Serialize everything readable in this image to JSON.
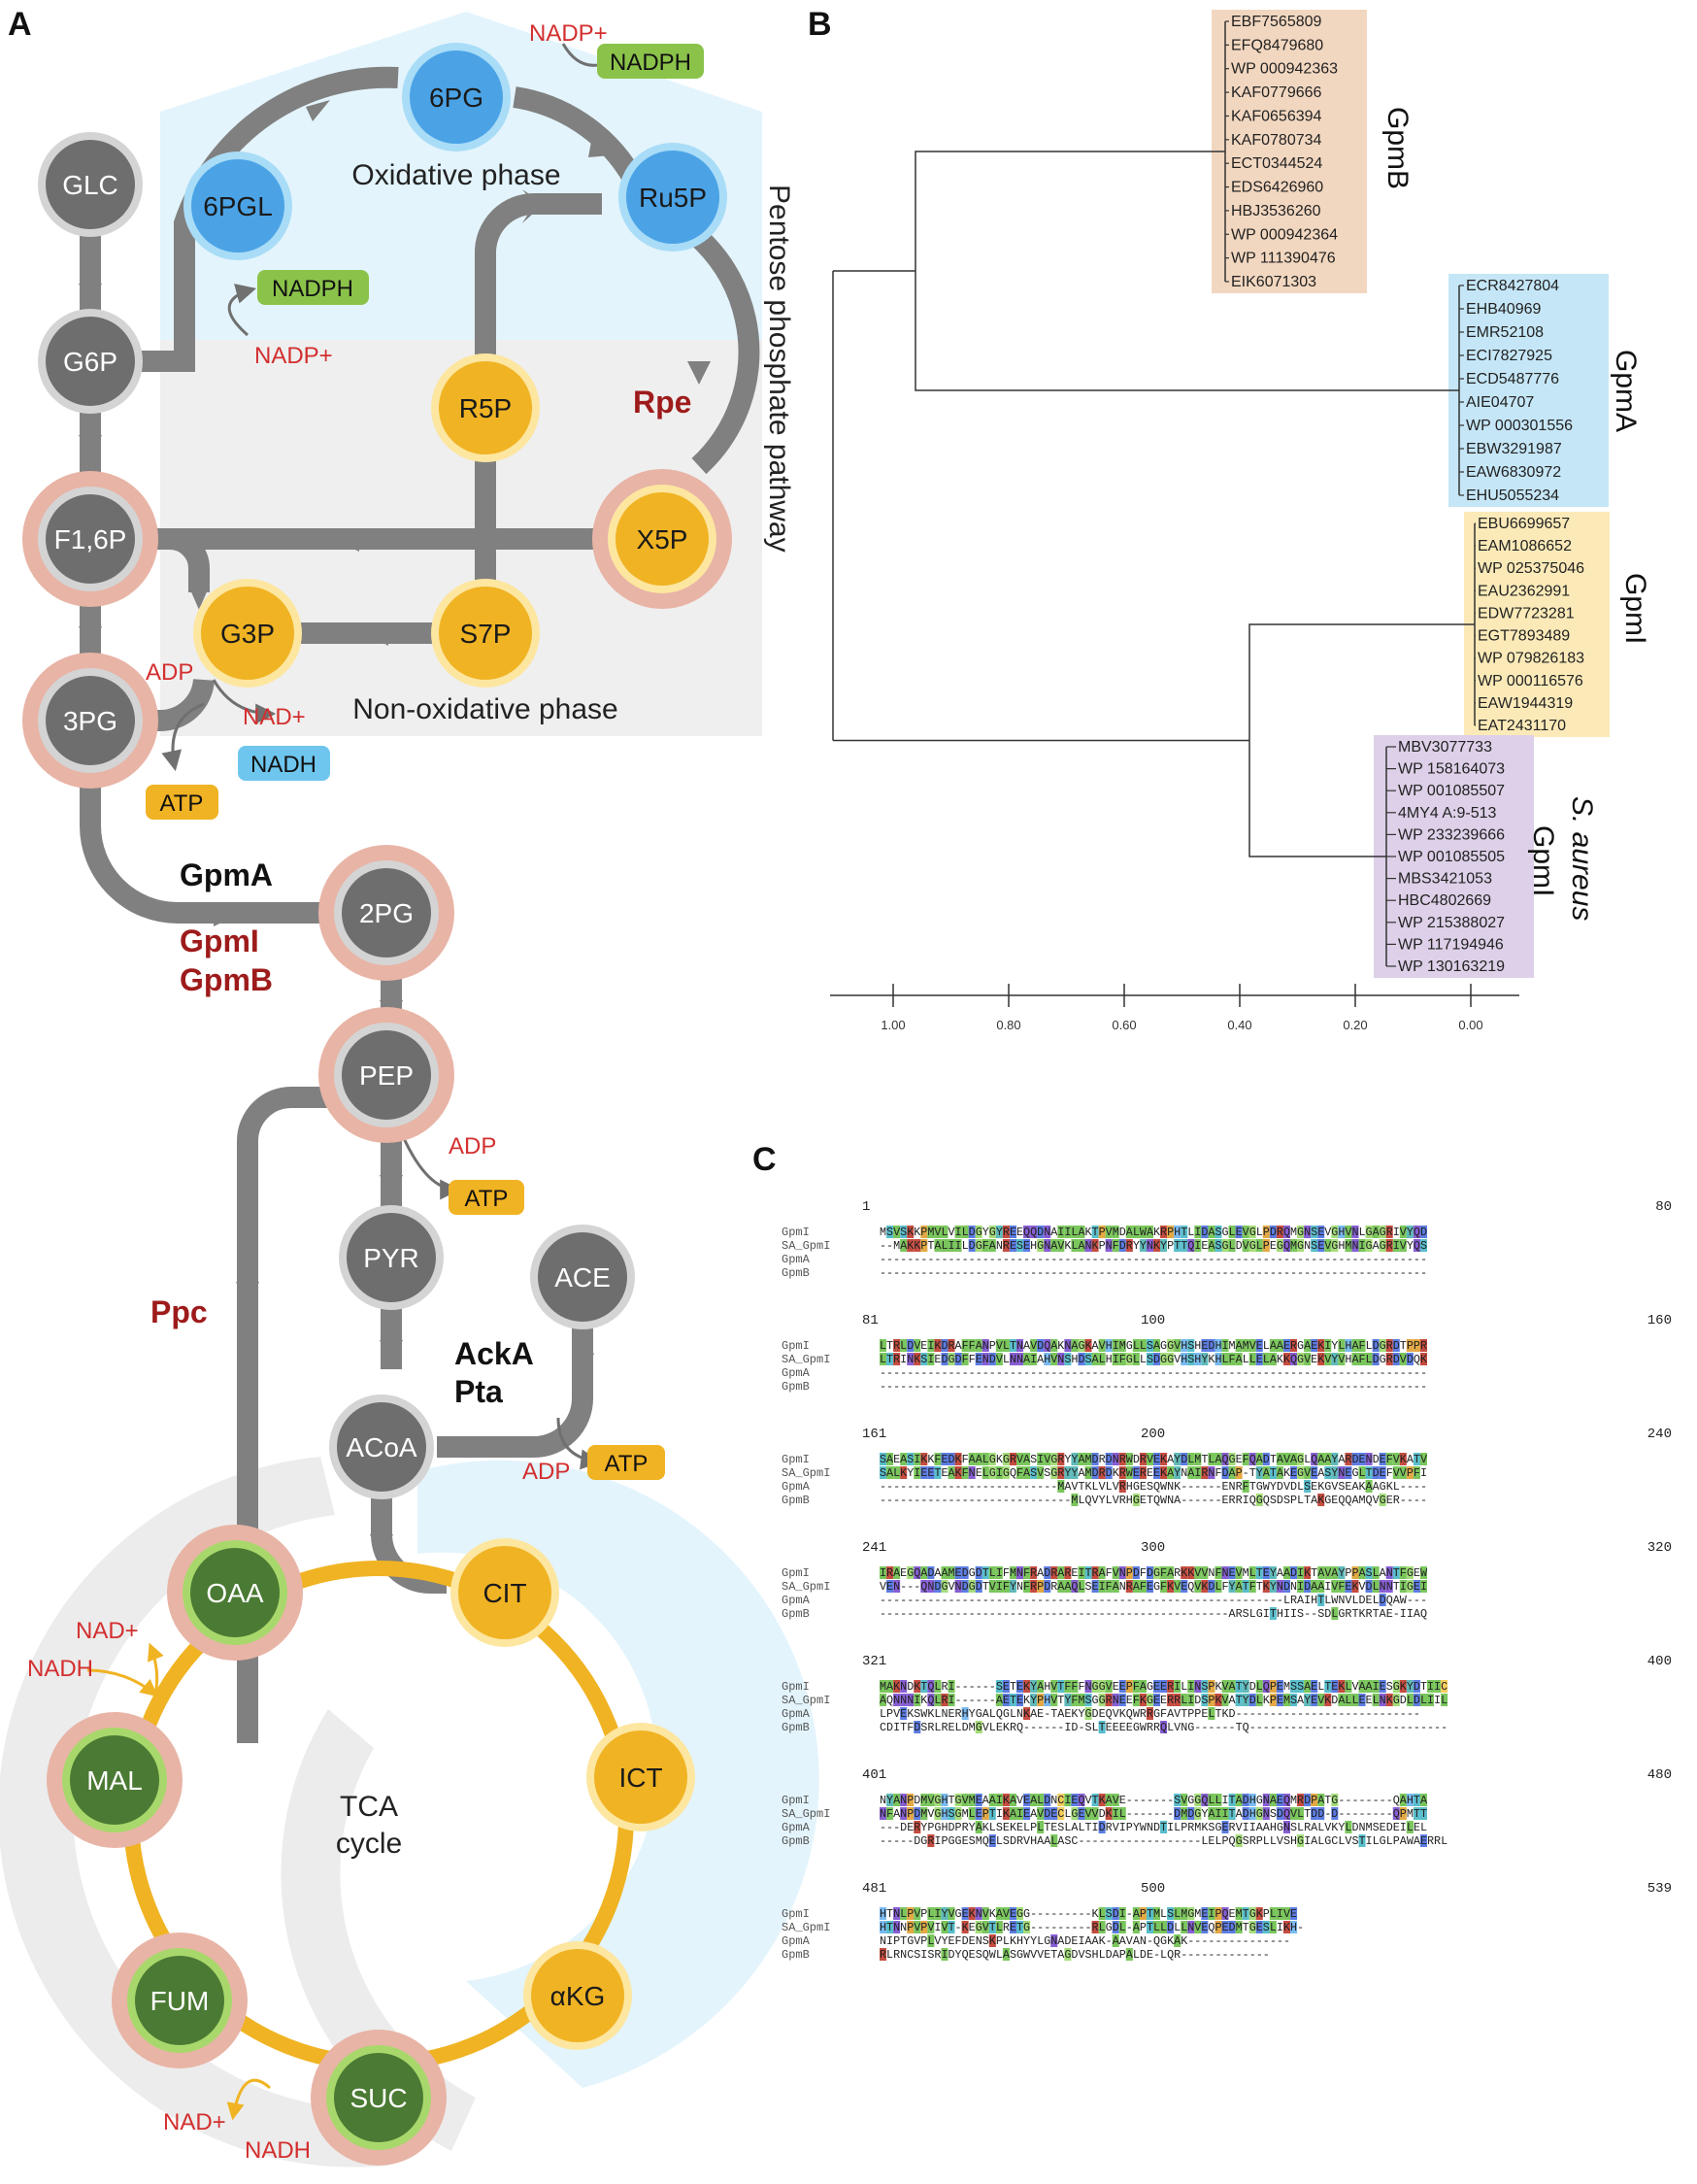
{
  "panels": {
    "a": "A",
    "b": "B",
    "c": "C"
  },
  "metabolites": {
    "GLC": "GLC",
    "G6P": "G6P",
    "F16P": "F1,6P",
    "G3P": "G3P",
    "3PG": "3PG",
    "2PG": "2PG",
    "PEP": "PEP",
    "PYR": "PYR",
    "ACoA": "ACoA",
    "ACE": "ACE",
    "6PGL": "6PGL",
    "6PG": "6PG",
    "Ru5P": "Ru5P",
    "R5P": "R5P",
    "X5P": "X5P",
    "S7P": "S7P",
    "OAA": "OAA",
    "CIT": "CIT",
    "ICT": "ICT",
    "aKG": "αKG",
    "SUC": "SUC",
    "FUM": "FUM",
    "MAL": "MAL"
  },
  "cofactors": {
    "nadp_plus": "NADP+",
    "nadph": "NADPH",
    "nad_plus": "NAD+",
    "nadh": "NADH",
    "adp": "ADP",
    "atp": "ATP"
  },
  "labels": {
    "oxidative_phase": "Oxidative phase",
    "non_oxidative_phase": "Non-oxidative phase",
    "pentose_phosphate_pathway": "Pentose phosphate pathway",
    "tca_line1": "TCA",
    "tca_line2": "cycle"
  },
  "enzymes": {
    "rpe": "Rpe",
    "gpma": "GpmA",
    "gpmi": "GpmI",
    "gpmb": "GpmB",
    "ppc": "Ppc",
    "acka": "AckA",
    "pta": "Pta"
  },
  "tree": {
    "clades": [
      {
        "name": "GpmB",
        "color": "#f2d7c0",
        "leaves": [
          "EBF7565809",
          "EFQ8479680",
          "WP 000942363",
          "KAF0779666",
          "KAF0656394",
          "KAF0780734",
          "ECT0344524",
          "EDS6426960",
          "HBJ3536260",
          "WP 000942364",
          "WP 111390476",
          "EIK6071303"
        ]
      },
      {
        "name": "GpmA",
        "color": "#c5e6f6",
        "leaves": [
          "ECR8427804",
          "EHB40969",
          "EMR52108",
          "ECI7827925",
          "ECD5487776",
          "AIE04707",
          "WP 000301556",
          "EBW3291987",
          "EAW6830972",
          "EHU5055234"
        ]
      },
      {
        "name": "GpmI",
        "color": "#fbeab8",
        "leaves": [
          "EBU6699657",
          "EAM1086652",
          "WP 025375046",
          "EAU2362991",
          "EDW7723281",
          "EGT7893489",
          "WP 079826183",
          "WP 000116576",
          "EAW1944319",
          "EAT2431170"
        ]
      },
      {
        "name_italic": "S. aureus",
        "name": "GpmI",
        "color": "#ddd0e8",
        "leaves": [
          "MBV3077733",
          "WP 158164073",
          "WP 001085507",
          "4MY4 A:9-513",
          "WP 233239666",
          "WP 001085505",
          "MBS3421053",
          "HBC4802669",
          "WP 215388027",
          "WP 117194946",
          "WP 130163219"
        ]
      }
    ],
    "axis_ticks": [
      "1.00",
      "0.80",
      "0.60",
      "0.40",
      "0.20",
      "0.00"
    ]
  },
  "alignment": {
    "names": [
      "GpmI",
      "SA_GpmI",
      "GpmA",
      "GpmB"
    ],
    "blocks": [
      {
        "start": "1",
        "end": "80",
        "mid": "",
        "rows": [
          "MSVSKKPMVLVILDGYGYREEQQDNAIILAKTPVMDALWAKRPHTLIDASGLEVGLPDRQMGNSEVGHVNLGAGRIVYQD",
          "--MAKKPTALIILDGFANRESEHGNAVKLANKPNFDRYYNKYPTTQIEASGLDVGLPEGQMGNSEVGHMNIGAGRIVYQS",
          "--------------------------------------------------------------------------------",
          "--------------------------------------------------------------------------------"
        ]
      },
      {
        "start": "81",
        "end": "160",
        "mid": "100",
        "rows": [
          "LTRLDVEIKDRAFFANPVLTNAVDQAKNAGKAVHIMGLLSAGGVHSHEDHIMAMVELAAERGAEKIYLHAFLDGRDTPPR",
          "LTRINKSIEDGDFFENDVLNNAIAHVNSHDSALHIFGLLSDGGVHSHYKHLFALLELAKKQGVEKVYVHAFLDGRDVDQK",
          "--------------------------------------------------------------------------------",
          "--------------------------------------------------------------------------------"
        ]
      },
      {
        "start": "161",
        "end": "240",
        "mid": "200",
        "rows": [
          "SAEASIKKFEDKFAALGKGRVASIVGRYYAMDRDNRWDRVEKAYDLMTLAQGEFQADTAVAGLQAAYARDENDEFVKATV",
          "SALKYIEETEAKFNELGIGQFASVSGRYYAMDRDKRWEREEKAYNAIRNFDAP-TYATAKEGVEASYNEGLTDEFVVPFI",
          "--------------------------MAVTKLVLVRHGESQWNK------ENRFTGWYDVDLSEKGVSEAKAAGKL----",
          "----------------------------MLQVYLVRHGETQWNA------ERRIQGQSDSPLTAKGEQQAMQVGER----"
        ]
      },
      {
        "start": "241",
        "end": "320",
        "mid": "300",
        "rows": [
          "IRAEGQADAAMEDGDTLIFMNFRADRAREITRAFVNPDFDGFARKKVVNFNEVMLTEYAADIKTAVAYPPASLANTFGEW",
          "VEN---QNDGVNDGDTVIFYNFRPDRAAQLSEIFANRAFEGFKVEQVKDLFYATFTKYNDNIDAAIVFEKVDLNNTIGEI",
          "-----------------------------------------------------------LRAIHTLWNVLDELDQAW---",
          "---------------------------------------------------ARSLGITHIIS--SDLGRTKRTAE-IIAQ"
        ]
      },
      {
        "start": "321",
        "end": "400",
        "mid": "",
        "rows": [
          "MAKNDKTQLRI------SETEKYAHVTFFFNGGVEEPFAGEERILINSPKVATYDLQPEMSSAELTEKLVAAIESGKYDTIIC",
          "AQNNNIKQLRI------AETEKYPHVTYFMSGGRNEEFKGEERRLIDSPKVATYDLKPEMSAYEVKDALLEELNKGDLDLIIL",
          "LPVEKSWKLNERHYGALQGLNKAE-TAEKYGDEQVKQWRRGFAVTPPELTKD---------------------------",
          "CDITFDSRLRELDMGVLEKRQ------ID-SLTEEEEGWRRQLVNG------TQ-----------------------------"
        ]
      },
      {
        "start": "401",
        "end": "480",
        "mid": "",
        "rows": [
          "NYANPDMVGHTGVMEAAIKAVEALDNCIEQVTKAVE-------SVGGQLLITADHGNAEQMRDPATG--------QAHTA",
          "NFANPDMVGHSGMLEPTIKAIEAVDECLGEVVDKIL-------DMDGYAIITADHGNSDQVLTDD-D--------QPMTT",
          "---DERYPGHDPRYAKLSEKELPLTESLALTIDRVIPYWNDTILPRMKSGERVIIAAHGNSLRALVKYLDNMSEDEILEL",
          "-----DGRIPGGESMQELSDRVHAALASC------------------LELPQGSRPLLVSHGIALGCLVSTILGLPAWAERRL"
        ]
      },
      {
        "start": "481",
        "end": "539",
        "mid": "500",
        "rows": [
          "HTNLPVPLIYVGEKNVKAVEGG---------KLSDI-APTMLSLMGMEIPQEMTGKPLIVE",
          "HTNNPVPVIVT-KEGVTLRETG---------RLGDL-APTLLDLLNVEQPEDMTGESLIKH-",
          "NIPTGVPLVYEFDENSKPLKHYYLGNADEIAAK-AAVAN-QGKAK---------------",
          "RLRNCSISRIDYQESQWLASGWVVETAGDVSHLDAPALDE-LQR-------------"
        ]
      }
    ]
  }
}
